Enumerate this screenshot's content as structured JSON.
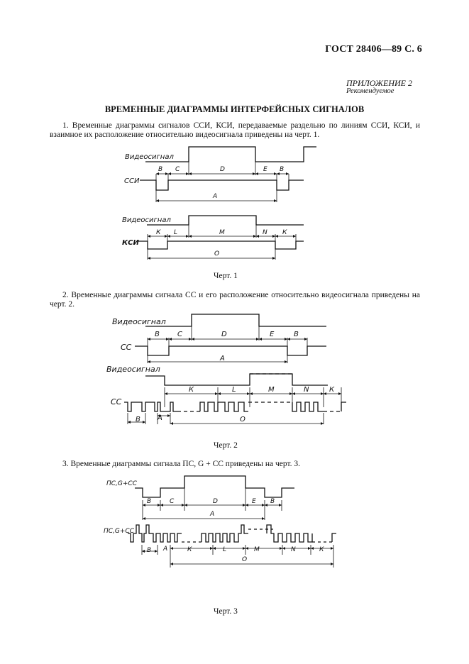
{
  "header": "ГОСТ 28406—89 С. 6",
  "appendix": {
    "title": "ПРИЛОЖЕНИЕ 2",
    "note": "Рекомендуемое"
  },
  "doc_title": "ВРЕМЕННЫЕ ДИАГРАММЫ ИНТЕРФЕЙСНЫХ СИГНАЛОВ",
  "paragraphs": {
    "p1": "1. Временные диаграммы сигналов ССИ, КСИ, передаваемые раздельно по линиям ССИ, КСИ, и взаимное их расположение относительно видеосигнала приведены на черт. 1.",
    "p2": "2. Временные диаграммы сигнала СС и его расположение относительно видеосигнала приведены на черт. 2.",
    "p3": "3. Временные диаграммы сигнала ПС, G + СС приведены на черт. 3."
  },
  "captions": {
    "fig1": "Черт. 1",
    "fig2": "Черт. 2",
    "fig3": "Черт. 3"
  },
  "figure_labels": {
    "video": "Видеосигнал",
    "ssi": "ССИ",
    "ksi": "КСИ",
    "ss": "СС",
    "ps_g_ss": "ПС,G+СС",
    "B": "В",
    "C": "С",
    "D": "D",
    "E": "Е",
    "A": "А",
    "K": "К",
    "L": "L",
    "M": "М",
    "N": "N",
    "O": "О"
  }
}
